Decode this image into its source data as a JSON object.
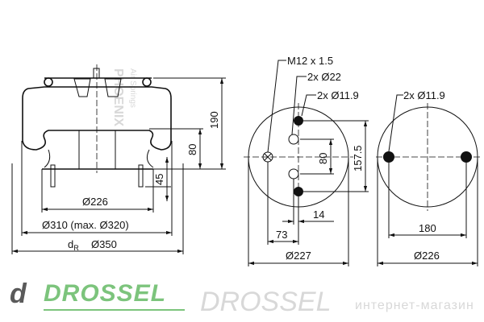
{
  "watermarks": {
    "brand": "DROSSEL",
    "subtitle": "интернет-магазин",
    "vertical_brand": "PHOENIX",
    "vertical_sub": "Air Springs"
  },
  "side_view": {
    "height_total": "190",
    "height_piston": "80",
    "stud_length": "45",
    "diameter_piston": "Ø226",
    "diameter_bellows": "Ø310 (max. Ø320)",
    "dr_label": "d",
    "dr_sub": "R",
    "diameter_rolling": "Ø350"
  },
  "top_plate_view": {
    "thread_label": "M12 x 1.5",
    "hole_large_label": "2x Ø22",
    "hole_small_label": "2x Ø11.9",
    "spacing_inner": "80",
    "spacing_outer": "157.5",
    "offset_small": "14",
    "offset_thread": "73",
    "diameter": "Ø227"
  },
  "bottom_plate_view": {
    "hole_label": "2x Ø11.9",
    "hole_spacing": "180",
    "diameter": "Ø226"
  },
  "logo": {
    "letter": "d",
    "text": "DROSSEL"
  },
  "colors": {
    "logo_green": "#7cc47c",
    "logo_grey": "#5a5a5a",
    "line": "#111111"
  }
}
